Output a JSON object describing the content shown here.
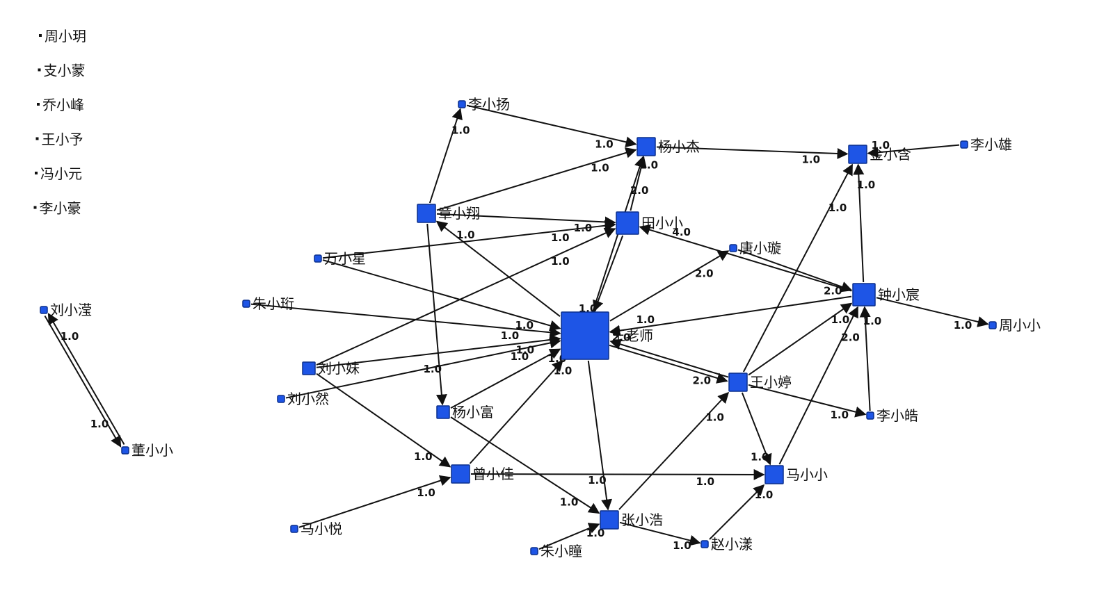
{
  "isolates": [
    "周小玥",
    "支小蒙",
    "乔小峰",
    "王小予",
    "冯小元",
    "李小豪"
  ],
  "nodes": [
    {
      "id": "teacher",
      "label": "王老师",
      "size": "xl"
    },
    {
      "id": "tian",
      "label": "田小小",
      "size": "l"
    },
    {
      "id": "zhang_x",
      "label": "章小翔",
      "size": "m"
    },
    {
      "id": "yangjie",
      "label": "杨小杰",
      "size": "m"
    },
    {
      "id": "jin",
      "label": "金小含",
      "size": "m"
    },
    {
      "id": "zhong",
      "label": "钟小宸",
      "size": "l"
    },
    {
      "id": "wang_t",
      "label": "王小婷",
      "size": "m"
    },
    {
      "id": "zeng",
      "label": "曾小佳",
      "size": "m"
    },
    {
      "id": "zhanghao",
      "label": "张小浩",
      "size": "m"
    },
    {
      "id": "ma",
      "label": "马小小",
      "size": "m"
    },
    {
      "id": "liu_mei",
      "label": "刘小妹",
      "size": "s"
    },
    {
      "id": "yangfu",
      "label": "杨小富",
      "size": "s"
    },
    {
      "id": "zhao",
      "label": "赵小漾",
      "size": "xs"
    },
    {
      "id": "li_yang",
      "label": "李小扬",
      "size": "xs"
    },
    {
      "id": "li_xiong",
      "label": "李小雄",
      "size": "xs"
    },
    {
      "id": "wan",
      "label": "万小星",
      "size": "xs"
    },
    {
      "id": "tang",
      "label": "唐小璇",
      "size": "xs"
    },
    {
      "id": "zhu_y",
      "label": "朱小珩",
      "size": "xs"
    },
    {
      "id": "zhou",
      "label": "周小小",
      "size": "xs"
    },
    {
      "id": "li_hao",
      "label": "李小皓",
      "size": "xs"
    },
    {
      "id": "liu_ran",
      "label": "刘小然",
      "size": "xs"
    },
    {
      "id": "ma_yue",
      "label": "马小悦",
      "size": "xs"
    },
    {
      "id": "zhu_tong",
      "label": "朱小瞳",
      "size": "xs"
    },
    {
      "id": "liu_ying",
      "label": "刘小滢",
      "size": "xs"
    },
    {
      "id": "dong",
      "label": "董小小",
      "size": "xs"
    }
  ],
  "edges": [
    {
      "from": "li_yang",
      "to": "yangjie",
      "label": "1.0"
    },
    {
      "from": "zhang_x",
      "to": "li_yang",
      "label": "1.0"
    },
    {
      "from": "zhang_x",
      "to": "yangjie",
      "label": "1.0"
    },
    {
      "from": "teacher",
      "to": "yangjie",
      "label": "2.0"
    },
    {
      "from": "yangjie",
      "to": "jin",
      "label": "1.0"
    },
    {
      "from": "li_xiong",
      "to": "jin",
      "label": "1.0"
    },
    {
      "from": "zhang_x",
      "to": "tian",
      "label": "1.0"
    },
    {
      "from": "tian",
      "to": "yangjie",
      "label": "1.0"
    },
    {
      "from": "wan",
      "to": "tian",
      "label": "1.0"
    },
    {
      "from": "zhong",
      "to": "tian",
      "label": "4.0"
    },
    {
      "from": "tian",
      "to": "teacher",
      "label": "1.0"
    },
    {
      "from": "liu_mei",
      "to": "tian",
      "label": "1.0"
    },
    {
      "from": "zhang_x",
      "to": "yangfu",
      "label": "1.0"
    },
    {
      "from": "teacher",
      "to": "zhang_x",
      "label": "1.0"
    },
    {
      "from": "wan",
      "to": "teacher",
      "label": "1.0"
    },
    {
      "from": "zhu_y",
      "to": "teacher",
      "label": "1.0"
    },
    {
      "from": "liu_mei",
      "to": "teacher",
      "label": "1.0"
    },
    {
      "from": "liu_ran",
      "to": "teacher",
      "label": "1.0"
    },
    {
      "from": "yangfu",
      "to": "teacher",
      "label": "1.0"
    },
    {
      "from": "zeng",
      "to": "teacher",
      "label": "1.0"
    },
    {
      "from": "teacher",
      "to": "zhanghao",
      "label": "1.0"
    },
    {
      "from": "teacher",
      "to": "tang",
      "label": "2.0"
    },
    {
      "from": "zhong",
      "to": "teacher",
      "label": "1.0"
    },
    {
      "from": "teacher",
      "to": "wang_t",
      "label": "2.0"
    },
    {
      "from": "wang_t",
      "to": "teacher",
      "label": "2.0"
    },
    {
      "from": "tang",
      "to": "zhong",
      "label": "2.0"
    },
    {
      "from": "zhong",
      "to": "jin",
      "label": "1.0"
    },
    {
      "from": "wang_t",
      "to": "jin",
      "label": "1.0"
    },
    {
      "from": "zhong",
      "to": "zhou",
      "label": "1.0"
    },
    {
      "from": "wang_t",
      "to": "zhong",
      "label": "1.0"
    },
    {
      "from": "li_hao",
      "to": "zhong",
      "label": "1.0"
    },
    {
      "from": "wang_t",
      "to": "li_hao",
      "label": "1.0"
    },
    {
      "from": "wang_t",
      "to": "ma",
      "label": "1.0"
    },
    {
      "from": "ma",
      "to": "zhong",
      "label": "2.0"
    },
    {
      "from": "zhanghao",
      "to": "wang_t",
      "label": "1.0"
    },
    {
      "from": "liu_mei",
      "to": "zeng",
      "label": "1.0"
    },
    {
      "from": "ma_yue",
      "to": "zeng",
      "label": "1.0"
    },
    {
      "from": "zeng",
      "to": "ma",
      "label": "1.0"
    },
    {
      "from": "yangfu",
      "to": "zhanghao",
      "label": "1.0"
    },
    {
      "from": "zhanghao",
      "to": "zhao",
      "label": "1.0"
    },
    {
      "from": "zhao",
      "to": "ma",
      "label": "1.0"
    },
    {
      "from": "zhu_tong",
      "to": "zhanghao",
      "label": "1.0"
    },
    {
      "from": "liu_ying",
      "to": "dong",
      "label": "1.0"
    },
    {
      "from": "dong",
      "to": "liu_ying",
      "label": "1.0"
    }
  ]
}
